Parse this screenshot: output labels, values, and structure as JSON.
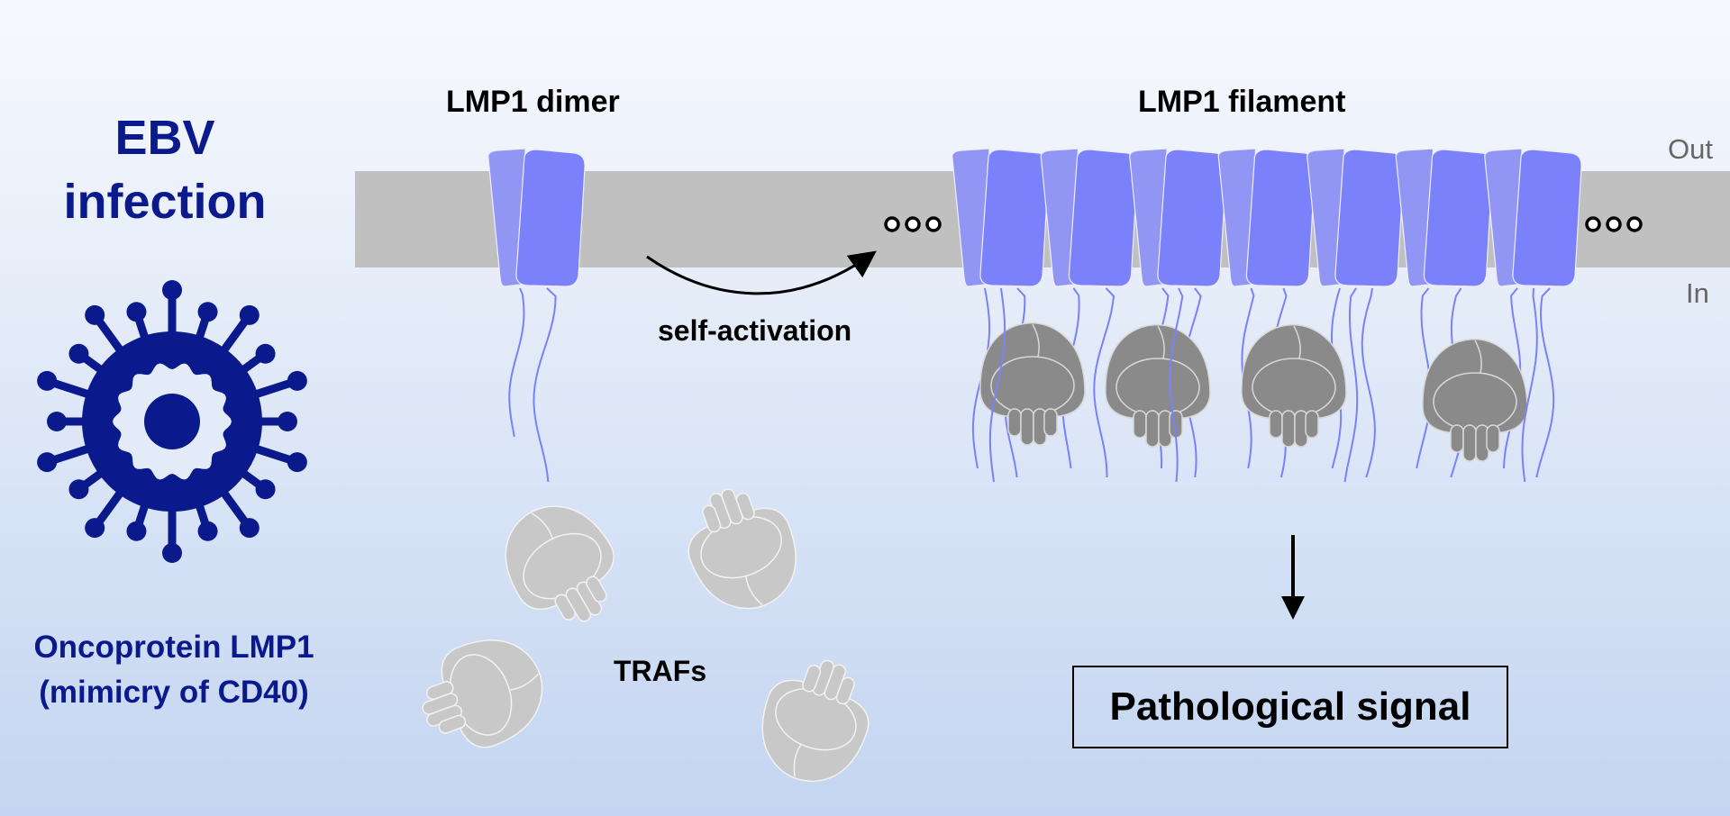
{
  "left_panel": {
    "title_line1": "EBV",
    "title_line2": "infection",
    "virus_icon": "virus-icon",
    "caption_line1": "Oncoprotein LMP1",
    "caption_line2": "(mimicry of CD40)"
  },
  "membrane": {
    "out_label": "Out",
    "in_label": "In"
  },
  "dimer": {
    "label": "LMP1 dimer",
    "arrow_label": "self-activation"
  },
  "filament": {
    "label": "LMP1 filament",
    "dimer_count": 7,
    "bound_traf_count": 4
  },
  "trafs": {
    "label": "TRAFs",
    "free_count": 4
  },
  "output": {
    "label": "Pathological signal"
  },
  "colors": {
    "virus": "#0a1a8c",
    "membrane": "#c0c0c0",
    "lmp1_front": "#7b80fb",
    "lmp1_back": "#9196f5",
    "tail": "#7b80fb",
    "traf_bound": "#8a8a8a",
    "traf_free": "#c8c8c8",
    "text_dark": "#000000",
    "text_gray": "#666666"
  }
}
